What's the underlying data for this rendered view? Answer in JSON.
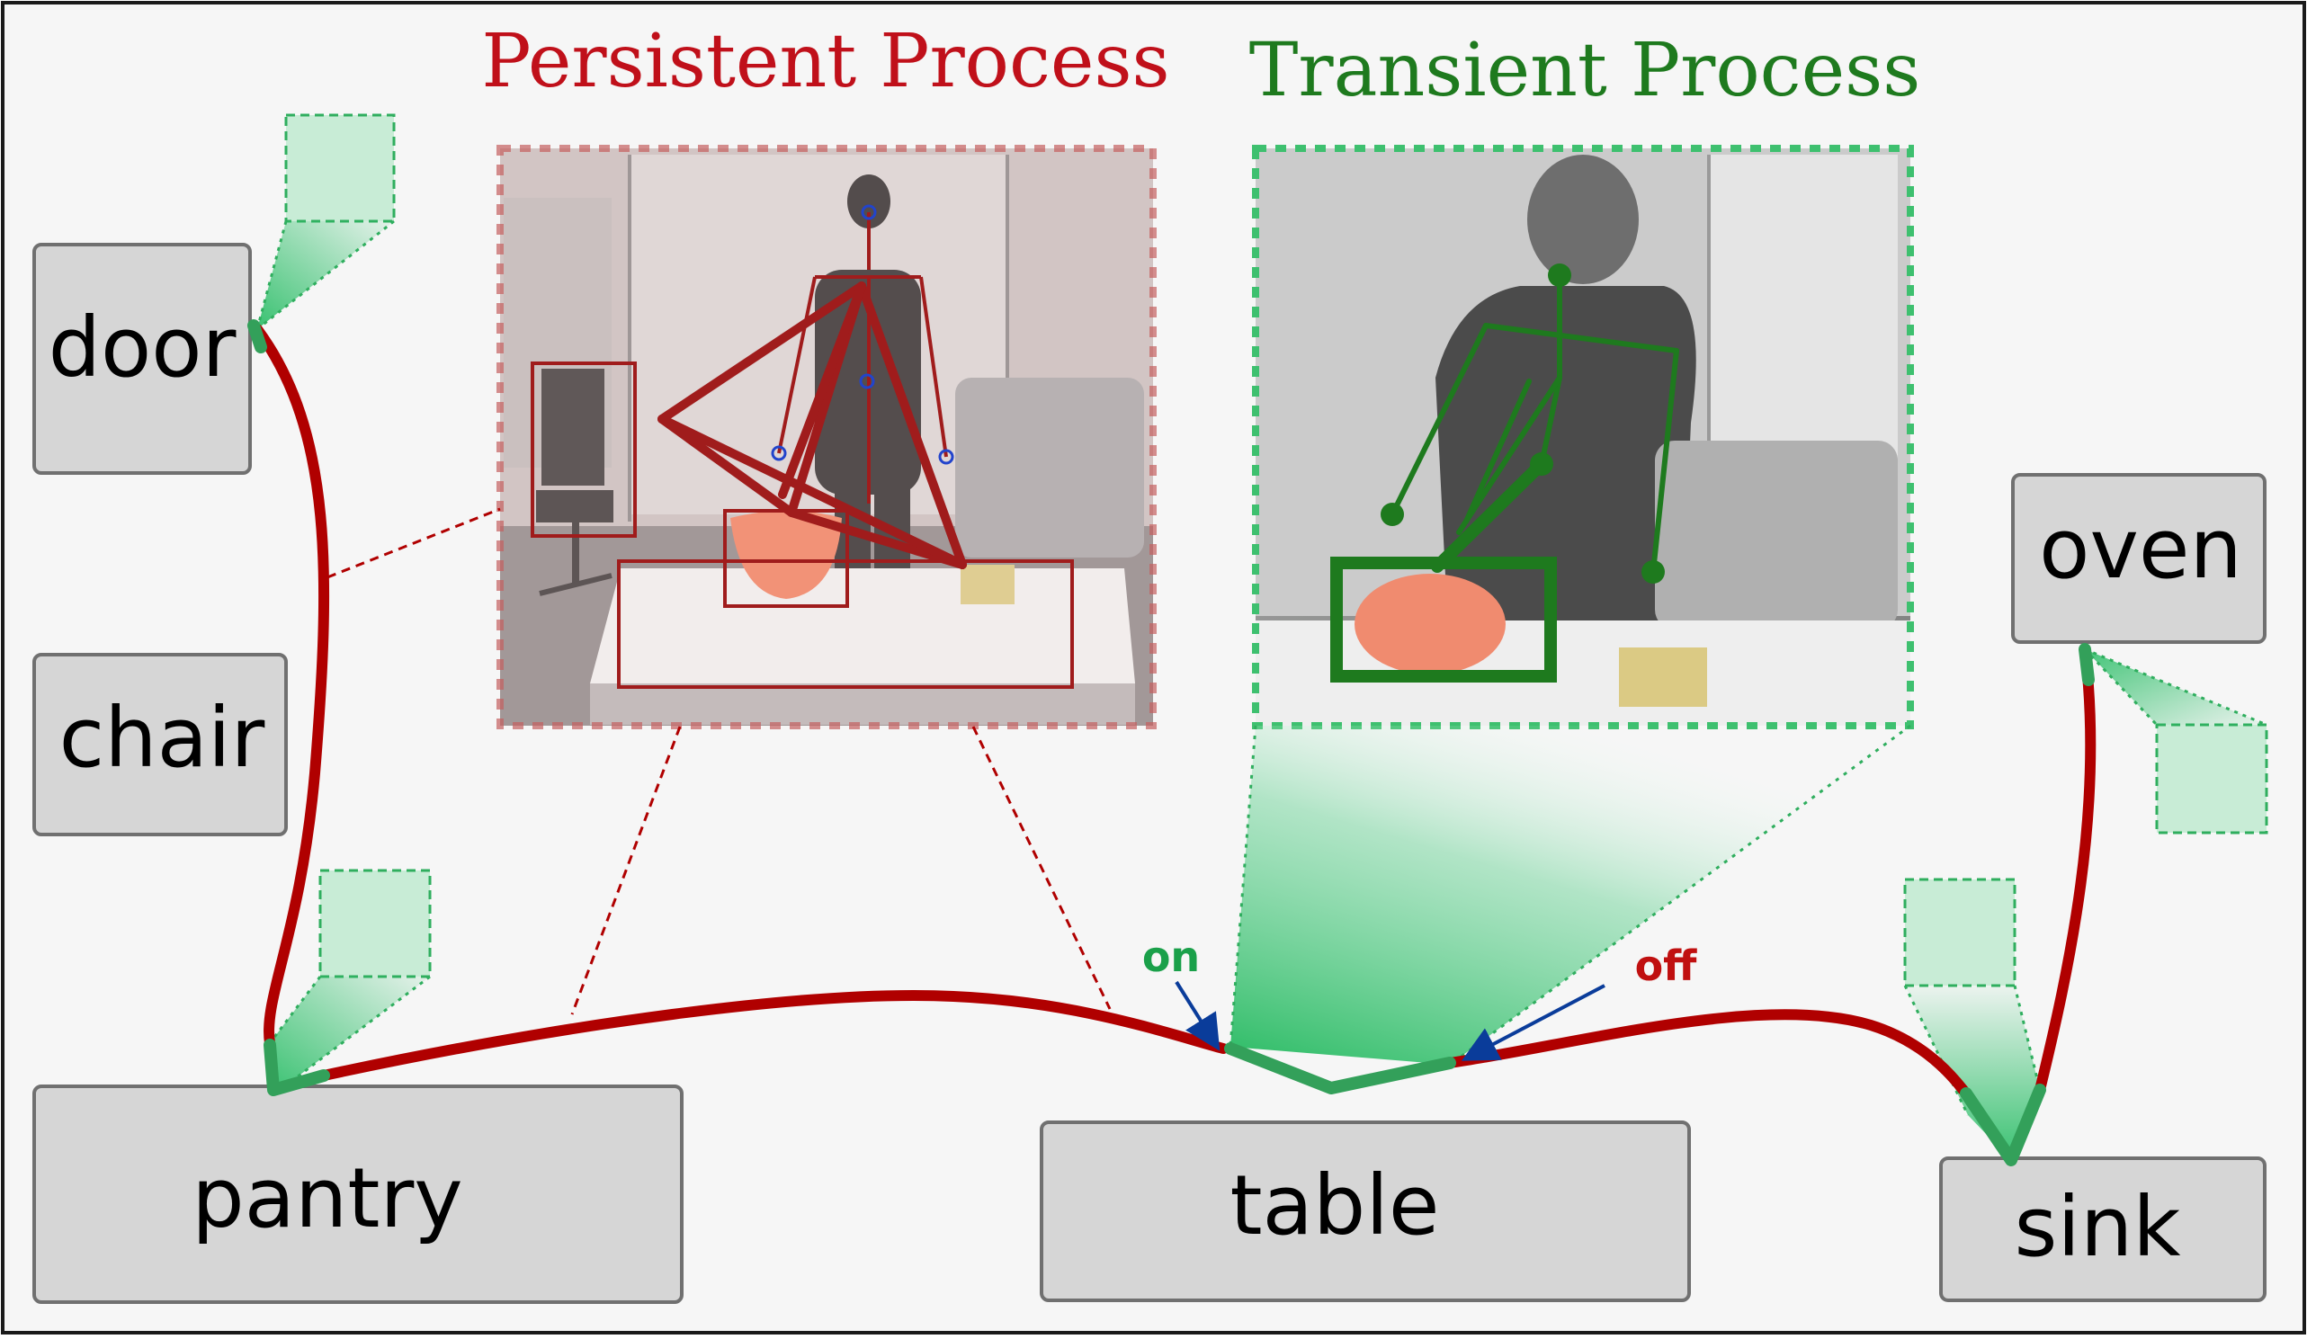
{
  "titles": {
    "persistent": "Persistent Process",
    "transient": "Transient Process"
  },
  "locations": {
    "door": "door",
    "chair": "chair",
    "pantry": "pantry",
    "table": "table",
    "oven": "oven",
    "sink": "sink"
  },
  "markers": {
    "on": "on",
    "off": "off"
  },
  "colors": {
    "persistent": "#b00000",
    "transient": "#1e7a1e",
    "marker_on": "#1aa04a",
    "marker_off": "#c01010",
    "arrow": "#0a3c9a",
    "box_fill": "#d6d6d6",
    "box_stroke": "#707070"
  }
}
